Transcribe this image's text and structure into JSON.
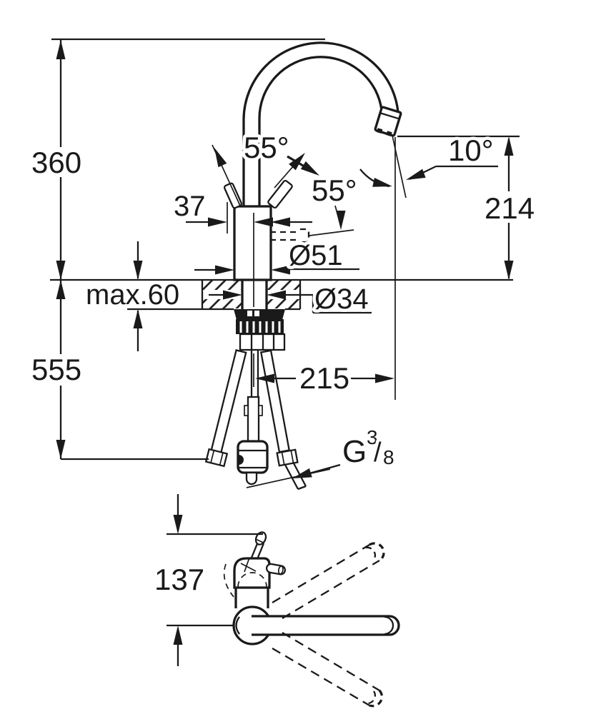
{
  "colors": {
    "ink": "#1a1a1a",
    "paper": "#ffffff"
  },
  "drawing_type": "faucet-installation-dimension-drawing",
  "front_view": {
    "labels": {
      "height_above_deck": "360",
      "depth_below_deck": "555",
      "deck_thickness": "max.60",
      "handle_offset": "37",
      "body_diameter": "Ø51",
      "shank_diameter": "Ø34",
      "spout_outlet_height": "214",
      "spout_reach": "215",
      "handle_angle_left": "55°",
      "handle_angle_right": "55°",
      "spout_tilt": "10°",
      "thread": {
        "prefix": "G",
        "numerator": "3",
        "slash": "/",
        "denominator": "8"
      }
    }
  },
  "top_view": {
    "labels": {
      "handle_projection": "137"
    }
  }
}
